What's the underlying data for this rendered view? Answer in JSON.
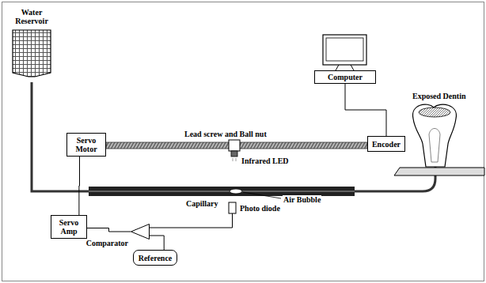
{
  "diagram": {
    "nodes": [
      {
        "text": [
          "Water Reservoir"
        ]
      },
      {
        "text": [
          "Computer"
        ]
      },
      {
        "text": [
          "Encoder"
        ]
      },
      {
        "text": [
          "Servo Motor"
        ]
      },
      {
        "text": [
          "Servo Amp"
        ]
      },
      {
        "text": [
          "Comparator"
        ]
      },
      {
        "text": [
          "Reference"
        ]
      }
    ],
    "edges": [
      {
        "from": 1,
        "to": 2,
        "arrow": "none"
      },
      {
        "from": 3,
        "to": 4,
        "arrow": "none"
      },
      {
        "from": 5,
        "to": 4,
        "arrow": "none"
      },
      {
        "from": 6,
        "to": 5,
        "arrow": "none"
      }
    ],
    "labels": [
      "Lead screw and Ball nut",
      "Infrared LED",
      "Capillary",
      "Air Bubble",
      "Photo diode",
      "Exposed Dentin"
    ]
  }
}
